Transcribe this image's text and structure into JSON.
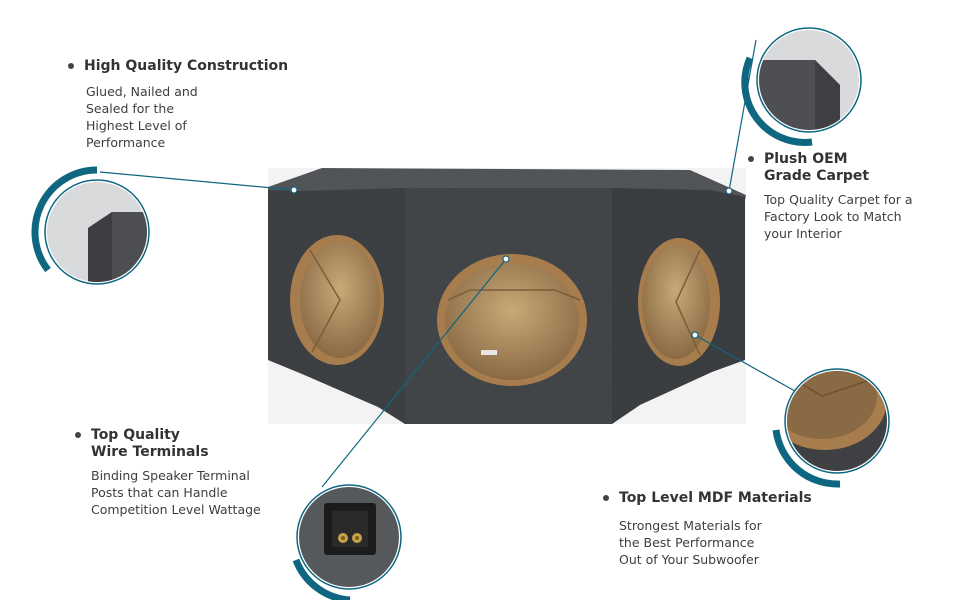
{
  "features": {
    "construction": {
      "title": "High Quality Construction",
      "desc_lines": [
        "Glued, Nailed and",
        "Sealed for the",
        "Highest Level of",
        "Performance"
      ]
    },
    "carpet": {
      "title_lines": [
        "Plush OEM",
        "Grade Carpet"
      ],
      "desc_lines": [
        "Top Quality Carpet for a",
        "Factory Look to Match",
        "your Interior"
      ]
    },
    "terminals": {
      "title_lines": [
        "Top Quality",
        "Wire Terminals"
      ],
      "desc_lines": [
        "Binding Speaker Terminal",
        "Posts that can Handle",
        "Competition Level Wattage"
      ]
    },
    "mdf": {
      "title": "Top Level MDF Materials",
      "desc_lines": [
        "Strongest Materials for",
        "the Best Performance",
        "Out of  Your Subwoofer"
      ]
    }
  },
  "colors": {
    "accent": "#0e6680",
    "carpet": "#4a4c4f",
    "mdf": "#b58c5e",
    "background": "#ffffff"
  },
  "icons": {
    "bullet": "dot-bullet-icon"
  }
}
